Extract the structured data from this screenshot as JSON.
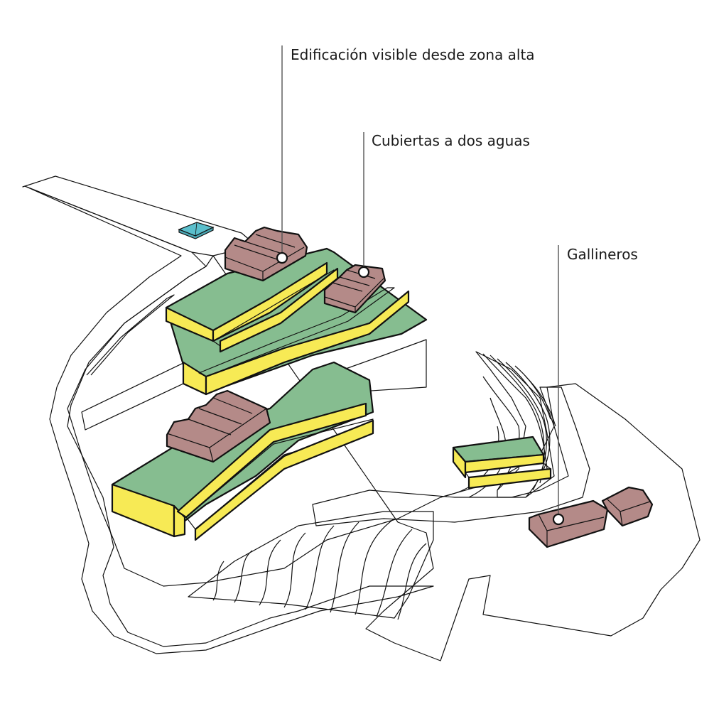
{
  "diagram": {
    "title": "Axonometría del conjunto en ladera",
    "colors": {
      "terrain_light": "#c8dfca",
      "terrace_top": "#86bd90",
      "terrace_side": "#f7ea55",
      "building": "#b48a88",
      "water_tank": "#5bbfcc",
      "road": "#ffffff",
      "outline": "#111111"
    },
    "annotations": [
      {
        "id": "edificacion",
        "text": "Edificación visible desde zona alta",
        "target": "main-building-group-top"
      },
      {
        "id": "cubiertas",
        "text": "Cubiertas a dos aguas",
        "target": "gabled-roof-building-group"
      },
      {
        "id": "gallineros",
        "text": "Gallineros",
        "target": "chicken-coops"
      }
    ],
    "elements": [
      {
        "name": "terrain",
        "type": "landform"
      },
      {
        "name": "terraces",
        "type": "platform",
        "count": 4
      },
      {
        "name": "building-groups",
        "type": "building",
        "count": 3
      },
      {
        "name": "chicken-coops",
        "type": "building",
        "count": 2
      },
      {
        "name": "water-tank",
        "type": "structure",
        "count": 1
      },
      {
        "name": "contour-lines",
        "type": "topography"
      }
    ]
  }
}
